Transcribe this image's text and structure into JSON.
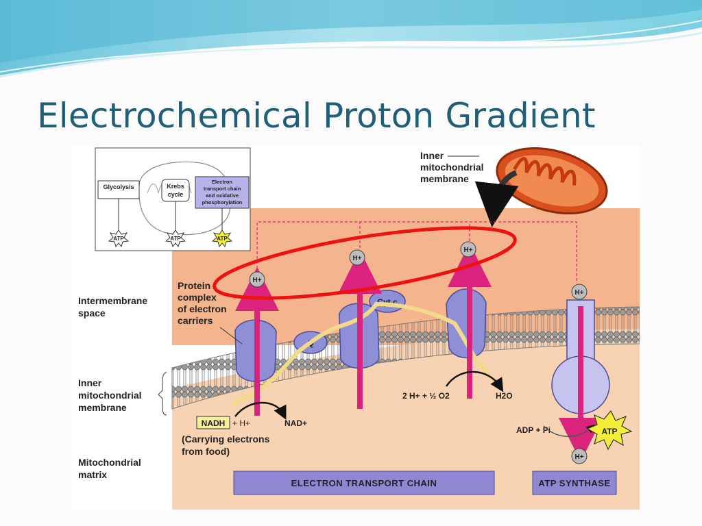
{
  "slide": {
    "title": "Electrochemical Proton Gradient"
  },
  "inset": {
    "glycolysis": "Glycolysis",
    "krebs_line1": "Krebs",
    "krebs_line2": "cycle",
    "etc_line1": "Electron",
    "etc_line2": "transport chain",
    "etc_line3": "and oxidative",
    "etc_line4": "phosphorylation",
    "atp_labels": [
      "ATP",
      "ATP",
      "ATP"
    ]
  },
  "labels": {
    "inner_membrane_callout": [
      "Inner",
      "mitochondrial",
      "membrane"
    ],
    "intermembrane_space": [
      "Intermembrane",
      "space"
    ],
    "inner_membrane_side": [
      "Inner",
      "mitochondrial",
      "membrane"
    ],
    "matrix": [
      "Mitochondrial",
      "matrix"
    ],
    "protein_complex": [
      "Protein",
      "complex",
      "of electron",
      "carriers"
    ],
    "q": "Q",
    "cyt_c": "Cyt c",
    "proton": "H+",
    "nadh": "NADH",
    "plus_h": "+ H+",
    "nad": "NAD+",
    "carrying": [
      "(Carrying electrons",
      "from food)"
    ],
    "water_reaction_lhs": "2 H+ + ½ O2",
    "water_product": "H2O",
    "adp": "ADP + Pi",
    "atp": "ATP",
    "etc_bar": "Electron transport chain",
    "atp_synthase_bar": "ATP synthase"
  },
  "colors": {
    "title": "#1f5f78",
    "intermembrane": "#f3b48e",
    "matrix": "#f8d3b3",
    "protein": "#8f8fd8",
    "proton_arrow": "#d9237d",
    "highlight_ring": "#ee1111",
    "atp_star": "#f2ee3a",
    "bar": "#8f87d2"
  }
}
